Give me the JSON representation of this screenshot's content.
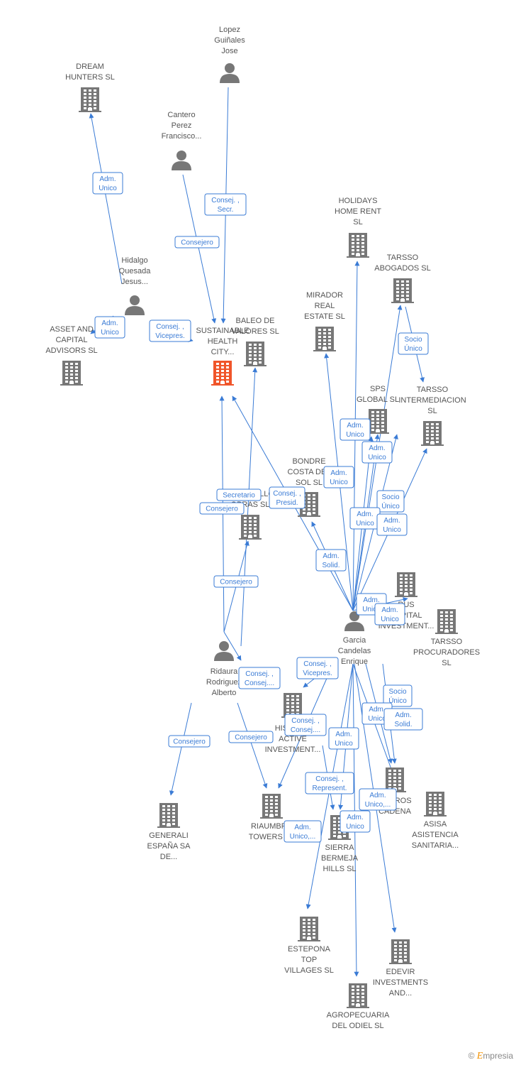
{
  "colors": {
    "edge": "#3a7bd5",
    "node": "#777777",
    "focus": "#f0552a",
    "label": "#555555"
  },
  "nodes": [
    {
      "id": "lopez",
      "type": "person",
      "lines": [
        "Lopez",
        "Guiñales",
        "Jose"
      ]
    },
    {
      "id": "dream",
      "type": "company",
      "lines": [
        "DREAM",
        "HUNTERS  SL"
      ]
    },
    {
      "id": "cantero",
      "type": "person",
      "lines": [
        "Cantero",
        "Perez",
        "Francisco..."
      ]
    },
    {
      "id": "holidays",
      "type": "company",
      "lines": [
        "HOLIDAYS",
        "HOME RENT",
        "SL"
      ]
    },
    {
      "id": "hidalgo",
      "type": "person",
      "lines": [
        "Hidalgo",
        "Quesada",
        "Jesus..."
      ]
    },
    {
      "id": "tarssoab",
      "type": "company",
      "lines": [
        "TARSSO",
        "ABOGADOS  SL"
      ]
    },
    {
      "id": "mirador",
      "type": "company",
      "lines": [
        "MIRADOR",
        "REAL",
        "ESTATE  SL"
      ]
    },
    {
      "id": "asset",
      "type": "company",
      "lines": [
        "ASSET AND",
        "CAPITAL",
        "ADVISORS  SL"
      ]
    },
    {
      "id": "sustain",
      "type": "focus",
      "lines": [
        "SUSTAINABLE",
        "HEALTH",
        "CITY..."
      ]
    },
    {
      "id": "baleo",
      "type": "company",
      "lines": [
        "BALEO DE",
        "VALORES  SL"
      ]
    },
    {
      "id": "sps",
      "type": "company",
      "lines": [
        "SPS",
        "GLOBAL  SL"
      ]
    },
    {
      "id": "tarssoint",
      "type": "company",
      "lines": [
        "TARSSO",
        "INTERMEDIACION",
        "SL"
      ]
    },
    {
      "id": "bondre",
      "type": "company",
      "lines": [
        "BONDRE",
        "COSTA DEL",
        "SOL  SL"
      ]
    },
    {
      "id": "desr",
      "type": "company",
      "lines": [
        "DESARROLLOS",
        "OBRAS SL"
      ]
    },
    {
      "id": "rus",
      "type": "company",
      "lines": [
        "RUS",
        "CAPITAL",
        "INVESTMENT..."
      ]
    },
    {
      "id": "tarssoproc",
      "type": "company",
      "lines": [
        "TARSSO",
        "PROCURADORES",
        "SL"
      ]
    },
    {
      "id": "garcia",
      "type": "person",
      "lines": [
        "Garcia",
        "Candelas",
        "Enrique"
      ]
    },
    {
      "id": "ridaura",
      "type": "person",
      "lines": [
        "Ridaura",
        "Rodriguez",
        "Alberto"
      ]
    },
    {
      "id": "hisp",
      "type": "company",
      "lines": [
        "HISPANIA",
        "ACTIVE",
        "INVESTMENT..."
      ]
    },
    {
      "id": "generali",
      "type": "company",
      "lines": [
        "GENERALI",
        "ESPAÑA SA",
        "DE..."
      ]
    },
    {
      "id": "riaumbra",
      "type": "company",
      "lines": [
        "RIAUMBRA",
        "TOWERS SL"
      ]
    },
    {
      "id": "sierra",
      "type": "company",
      "lines": [
        "SIERRA",
        "BERMEJA",
        "HILLS  SL"
      ]
    },
    {
      "id": "cerros",
      "type": "company",
      "lines": [
        "CERROS",
        "CADENA"
      ]
    },
    {
      "id": "asisa",
      "type": "company",
      "lines": [
        "ASISA",
        "ASISTENCIA",
        "SANITARIA..."
      ]
    },
    {
      "id": "estepona",
      "type": "company",
      "lines": [
        "ESTEPONA",
        "TOP",
        "VILLAGES  SL"
      ]
    },
    {
      "id": "edevir",
      "type": "company",
      "lines": [
        "EDEVIR",
        "INVESTMENTS",
        "AND..."
      ]
    },
    {
      "id": "agro",
      "type": "company",
      "lines": [
        "AGROPECUARIA",
        "DEL ODIEL SL"
      ]
    }
  ],
  "edges": [
    {
      "lines": [
        "Adm.",
        "Unico"
      ]
    },
    {
      "lines": [
        "Consej. ,",
        "Secr."
      ]
    },
    {
      "lines": [
        "Consejero"
      ]
    },
    {
      "lines": [
        "Adm.",
        "Unico"
      ]
    },
    {
      "lines": [
        "Consej. ,",
        "Vicepres."
      ]
    },
    {
      "lines": [
        "Socio",
        "Único"
      ]
    },
    {
      "lines": [
        "Adm.",
        "Unico"
      ]
    },
    {
      "lines": [
        "Adm.",
        "Unico"
      ]
    },
    {
      "lines": [
        "Adm.",
        "Unico"
      ]
    },
    {
      "lines": [
        "Socio",
        "Único"
      ]
    },
    {
      "lines": [
        "Adm.",
        "Unico"
      ]
    },
    {
      "lines": [
        "Adm.",
        "Unico"
      ]
    },
    {
      "lines": [
        "Secretario"
      ]
    },
    {
      "lines": [
        "Consej. ,",
        "Presid."
      ]
    },
    {
      "lines": [
        "Consejero"
      ]
    },
    {
      "lines": [
        "Adm.",
        "Solid."
      ]
    },
    {
      "lines": [
        "Consejero"
      ]
    },
    {
      "lines": [
        "Adm.",
        "Unico"
      ]
    },
    {
      "lines": [
        "Adm.",
        "Unico"
      ]
    },
    {
      "lines": [
        "Consej. ,",
        "Vicepres."
      ]
    },
    {
      "lines": [
        "Consej. ,",
        "Consej...."
      ]
    },
    {
      "lines": [
        "Socio",
        "Único"
      ]
    },
    {
      "lines": [
        "Adm.",
        "Unico"
      ]
    },
    {
      "lines": [
        "Consej. ,",
        "Consej...."
      ]
    },
    {
      "lines": [
        "Adm.",
        "Unico"
      ]
    },
    {
      "lines": [
        "Consejero"
      ]
    },
    {
      "lines": [
        "Consejero"
      ]
    },
    {
      "lines": [
        "Consej. ,",
        "Represent."
      ]
    },
    {
      "lines": [
        "Adm.",
        "Unico,..."
      ]
    },
    {
      "lines": [
        "Adm.",
        "Unico,..."
      ]
    },
    {
      "lines": [
        "Adm.",
        "Unico"
      ]
    },
    {
      "lines": [
        "Adm.",
        "Solid."
      ]
    }
  ],
  "brand": {
    "copyright": "©",
    "name": "mpresia",
    "initial": "E"
  }
}
